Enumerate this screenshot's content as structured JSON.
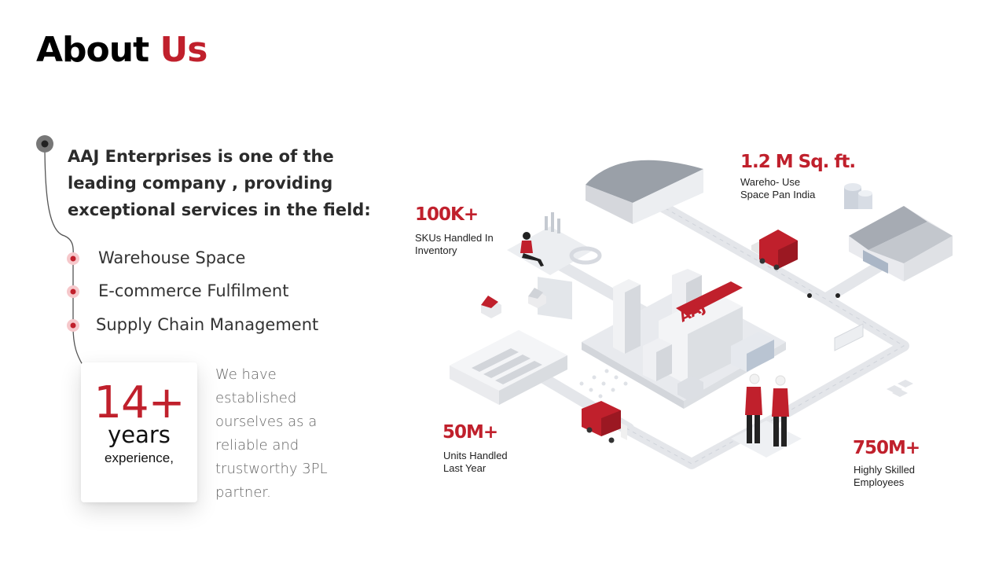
{
  "title": {
    "main": "About",
    "accent": "Us"
  },
  "intro": "AAJ Enterprises is one of the leading company , providing exceptional services in the field:",
  "services": [
    "Warehouse Space",
    "E-commerce Fulfilment",
    "Supply Chain Management"
  ],
  "experience": {
    "number": "14+",
    "unit": "years",
    "label": "experience,"
  },
  "about_text": "We have established ourselves as a reliable and trustworthy 3PL partner.",
  "stats": [
    {
      "value": "100K+",
      "label_line1": "SKUs Handled In",
      "label_line2": "Inventory"
    },
    {
      "value": "1.2 M Sq. ft.",
      "label_line1": "Wareho- Use",
      "label_line2": "Space Pan India"
    },
    {
      "value": "50M+",
      "label_line1": "Units Handled",
      "label_line2": "Last Year"
    },
    {
      "value": "750M+",
      "label_line1": "Highly Skilled",
      "label_line2": "Employees"
    }
  ],
  "illustration": {
    "building_sign": "AAJ"
  },
  "colors": {
    "accent": "#c0202c",
    "text": "#2b2b2b",
    "muted": "#666666"
  }
}
